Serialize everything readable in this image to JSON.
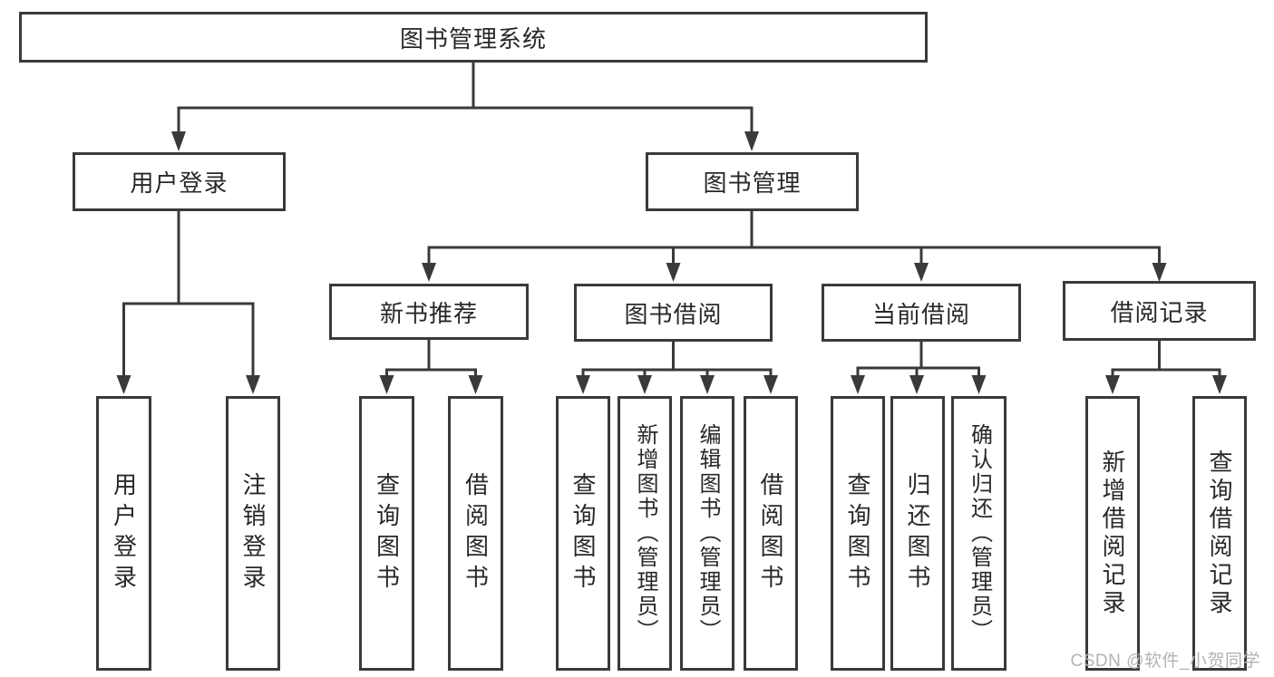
{
  "diagram": {
    "title": "图书管理系统",
    "level2": [
      {
        "label": "用户登录"
      },
      {
        "label": "图书管理"
      }
    ],
    "level3": [
      {
        "label": "新书推荐",
        "parent": "图书管理"
      },
      {
        "label": "图书借阅",
        "parent": "图书管理"
      },
      {
        "label": "当前借阅",
        "parent": "图书管理"
      },
      {
        "label": "借阅记录",
        "parent": "图书管理"
      }
    ],
    "level4": [
      {
        "label": "用户登录",
        "parent": "用户登录"
      },
      {
        "label": "注销登录",
        "parent": "用户登录"
      },
      {
        "label": "查询图书",
        "parent": "新书推荐"
      },
      {
        "label": "借阅图书",
        "parent": "新书推荐"
      },
      {
        "label": "查询图书",
        "parent": "图书借阅"
      },
      {
        "label": "新增图书（管理员）",
        "parent": "图书借阅"
      },
      {
        "label": "编辑图书（管理员）",
        "parent": "图书借阅"
      },
      {
        "label": "借阅图书",
        "parent": "图书借阅"
      },
      {
        "label": "查询图书",
        "parent": "当前借阅"
      },
      {
        "label": "归还图书",
        "parent": "当前借阅"
      },
      {
        "label": "确认归还（管理员）",
        "parent": "当前借阅"
      },
      {
        "label": "新增借阅记录",
        "parent": "借阅记录"
      },
      {
        "label": "查询借阅记录",
        "parent": "借阅记录"
      }
    ],
    "colors": {
      "line": "#3a3a3a",
      "text": "#282828",
      "background": "#ffffff"
    }
  },
  "watermark": {
    "text": "CSDN @软件_小贺同学",
    "color": "#b3b3b3"
  }
}
